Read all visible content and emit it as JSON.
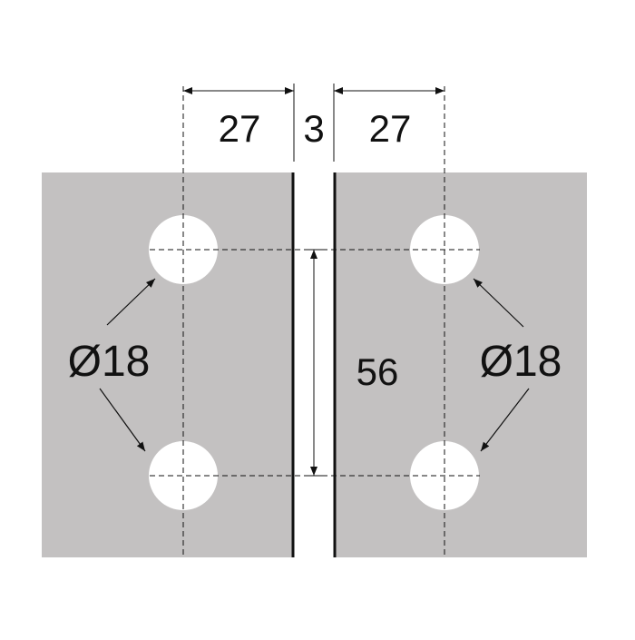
{
  "dimensions": {
    "left_spacing": "27",
    "gap": "3",
    "right_spacing": "27",
    "vertical_spacing": "56",
    "hole_diameter_left": "Ø18",
    "hole_diameter_right": "Ø18"
  },
  "colors": {
    "plate": "#c3c1c1",
    "hole": "#ffffff",
    "line": "#111111",
    "background": "#ffffff"
  }
}
